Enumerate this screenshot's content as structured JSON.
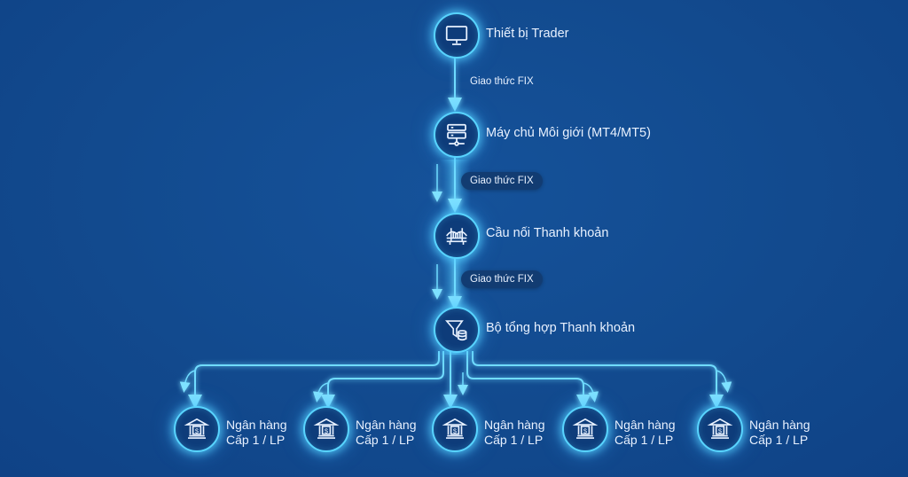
{
  "colors": {
    "background": "#124a8e",
    "glow": "#58d4ff",
    "node_fill": "#0e3c7a",
    "text": "#e8f1ff"
  },
  "nodes": [
    {
      "id": "trader",
      "label": "Thiết bị Trader",
      "icon": "monitor-icon"
    },
    {
      "id": "broker",
      "label": "Máy chủ Môi giới (MT4/MT5)",
      "icon": "server-icon"
    },
    {
      "id": "bridge",
      "label": "Cầu nối Thanh khoản",
      "icon": "bridge-icon"
    },
    {
      "id": "aggregator",
      "label": "Bộ tổng hợp Thanh khoản",
      "icon": "funnel-database-icon"
    }
  ],
  "connectors": [
    {
      "label": "Giao thức FIX"
    },
    {
      "label": "Giao thức FIX"
    },
    {
      "label": "Giao thức FIX"
    }
  ],
  "banks": [
    {
      "line1": "Ngân hàng",
      "line2": "Cấp 1 / LP",
      "icon": "bank-dollar-icon"
    },
    {
      "line1": "Ngân hàng",
      "line2": "Cấp 1 / LP",
      "icon": "bank-dollar-icon"
    },
    {
      "line1": "Ngân hàng",
      "line2": "Cấp 1 / LP",
      "icon": "bank-dollar-icon"
    },
    {
      "line1": "Ngân hàng",
      "line2": "Cấp 1 / LP",
      "icon": "bank-dollar-icon"
    },
    {
      "line1": "Ngân hàng",
      "line2": "Cấp 1 / LP",
      "icon": "bank-dollar-icon"
    }
  ]
}
